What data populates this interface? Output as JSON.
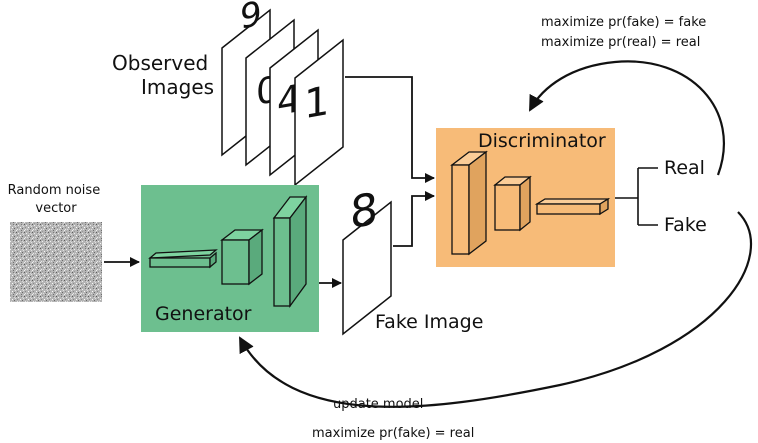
{
  "labels": {
    "observed": [
      "Observed",
      "Images"
    ],
    "random_noise": [
      "Random noise",
      "vector"
    ],
    "generator": "Generator",
    "discriminator": "Discriminator",
    "fake_image": "Fake Image",
    "real": "Real",
    "fake": "Fake",
    "disc_objective": [
      "maximize pr(fake) = fake",
      "maximize pr(real) = real"
    ],
    "update_model": "update model",
    "gen_objective": "maximize pr(fake) = real"
  },
  "digits": {
    "observed_visible": [
      "9",
      "0",
      "4",
      "1"
    ],
    "fake_sample": "8"
  },
  "colors": {
    "generator_box": "#6dbf8f",
    "discriminator_box": "#f7bb78",
    "line": "#111111"
  }
}
